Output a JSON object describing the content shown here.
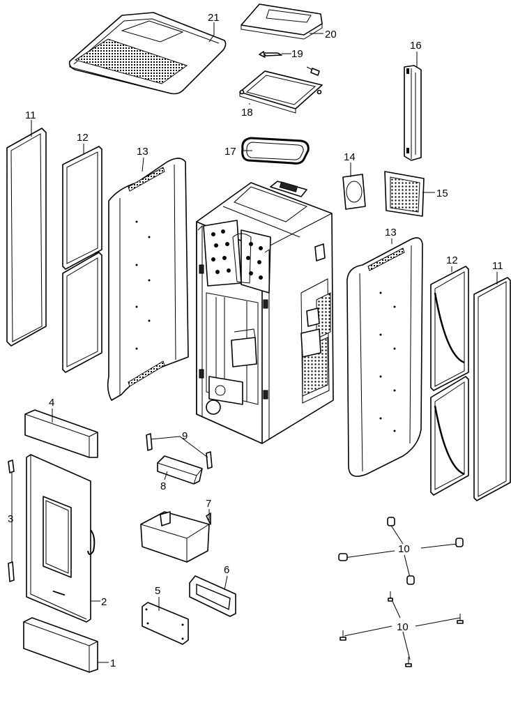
{
  "diagram": {
    "parts": [
      {
        "id": "part-1",
        "label": "1"
      },
      {
        "id": "part-2",
        "label": "2"
      },
      {
        "id": "part-3",
        "label": "3"
      },
      {
        "id": "part-4",
        "label": "4"
      },
      {
        "id": "part-5",
        "label": "5"
      },
      {
        "id": "part-6",
        "label": "6"
      },
      {
        "id": "part-7",
        "label": "7"
      },
      {
        "id": "part-8",
        "label": "8"
      },
      {
        "id": "part-9",
        "label": "9"
      },
      {
        "id": "part-10a",
        "label": "10"
      },
      {
        "id": "part-10b",
        "label": "10"
      },
      {
        "id": "part-11-left",
        "label": "11"
      },
      {
        "id": "part-11-right",
        "label": "11"
      },
      {
        "id": "part-12-left",
        "label": "12"
      },
      {
        "id": "part-12-right",
        "label": "12"
      },
      {
        "id": "part-13-left",
        "label": "13"
      },
      {
        "id": "part-13-right",
        "label": "13"
      },
      {
        "id": "part-14",
        "label": "14"
      },
      {
        "id": "part-15",
        "label": "15"
      },
      {
        "id": "part-16",
        "label": "16"
      },
      {
        "id": "part-17",
        "label": "17"
      },
      {
        "id": "part-18",
        "label": "18"
      },
      {
        "id": "part-19",
        "label": "19"
      },
      {
        "id": "part-20",
        "label": "20"
      },
      {
        "id": "part-21",
        "label": "21"
      }
    ]
  }
}
